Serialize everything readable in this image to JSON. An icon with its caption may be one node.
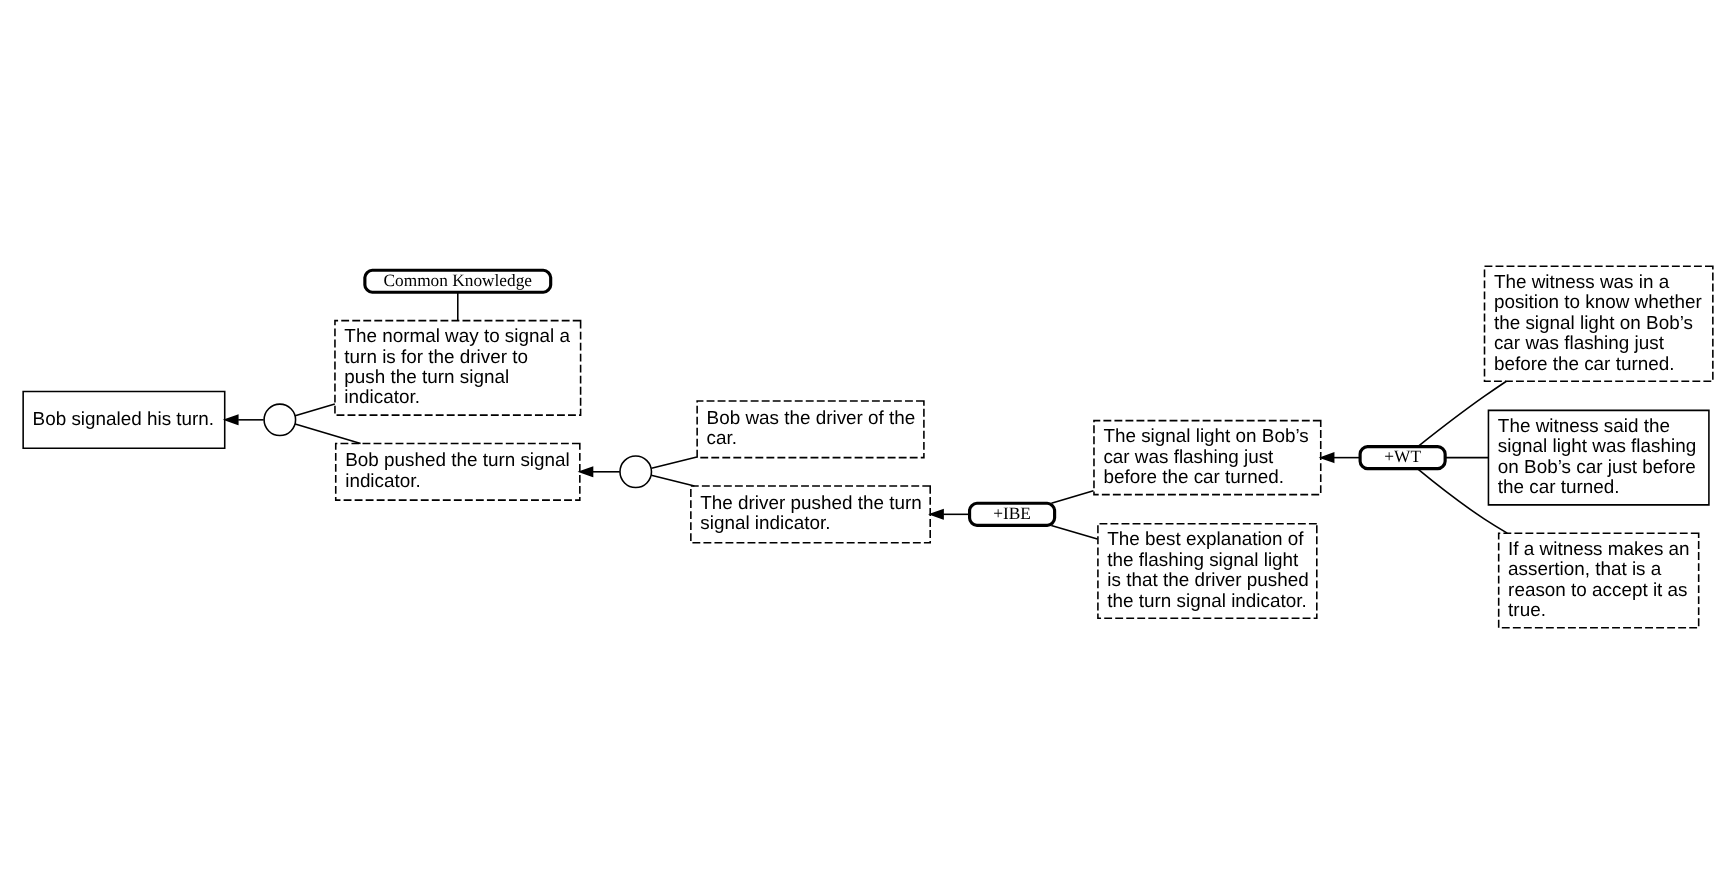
{
  "diagram": {
    "nodes": [
      {
        "text": [
          "Common Knowledge"
        ]
      },
      {
        "text": [
          "The normal way to signal a turn is for the driver to push the turn signal indicator."
        ]
      },
      {
        "text": [
          "Bob signaled his turn."
        ]
      },
      {
        "text": [],
        "shape": "circle"
      },
      {
        "text": [
          "Bob pushed the turn signal indicator."
        ]
      },
      {
        "text": [],
        "shape": "circle"
      },
      {
        "text": [
          "Bob was the driver of the car."
        ]
      },
      {
        "text": [
          "The driver pushed the turn signal indicator."
        ]
      },
      {
        "text": [
          "The witness was in a position to know whether the signal light on Bob’s car was flashing just before the car turned."
        ]
      },
      {
        "text": [
          "+IBE"
        ]
      },
      {
        "text": [
          "The witness said the signal light was flashing on Bob’s car just before the car turned."
        ]
      },
      {
        "text": [
          "+WT"
        ]
      },
      {
        "text": [
          "The signal light on Bob’s car was flashing just before the car turned."
        ]
      },
      {
        "text": [
          "The best explanation of the flashing signal light is that the driver pushed the turn signal indicator."
        ]
      },
      {
        "text": [
          "If a witness makes an assertion, that is a reason to accept it as true."
        ]
      }
    ],
    "edges": [
      {
        "from": 0,
        "to": 1,
        "arrow": "none"
      },
      {
        "from": 1,
        "to": 3,
        "arrow": "none"
      },
      {
        "from": 3,
        "to": 2,
        "arrow": "to"
      },
      {
        "from": 4,
        "to": 3,
        "arrow": "none"
      },
      {
        "from": 5,
        "to": 4,
        "arrow": "to"
      },
      {
        "from": 6,
        "to": 5,
        "arrow": "none"
      },
      {
        "from": 7,
        "to": 5,
        "arrow": "none"
      },
      {
        "from": 9,
        "to": 7,
        "arrow": "to"
      },
      {
        "from": 12,
        "to": 9,
        "arrow": "none"
      },
      {
        "from": 13,
        "to": 9,
        "arrow": "none"
      },
      {
        "from": 8,
        "to": 11,
        "arrow": "none"
      },
      {
        "from": 10,
        "to": 11,
        "arrow": "none"
      },
      {
        "from": 14,
        "to": 11,
        "arrow": "none"
      },
      {
        "from": 11,
        "to": 12,
        "arrow": "to"
      }
    ]
  }
}
